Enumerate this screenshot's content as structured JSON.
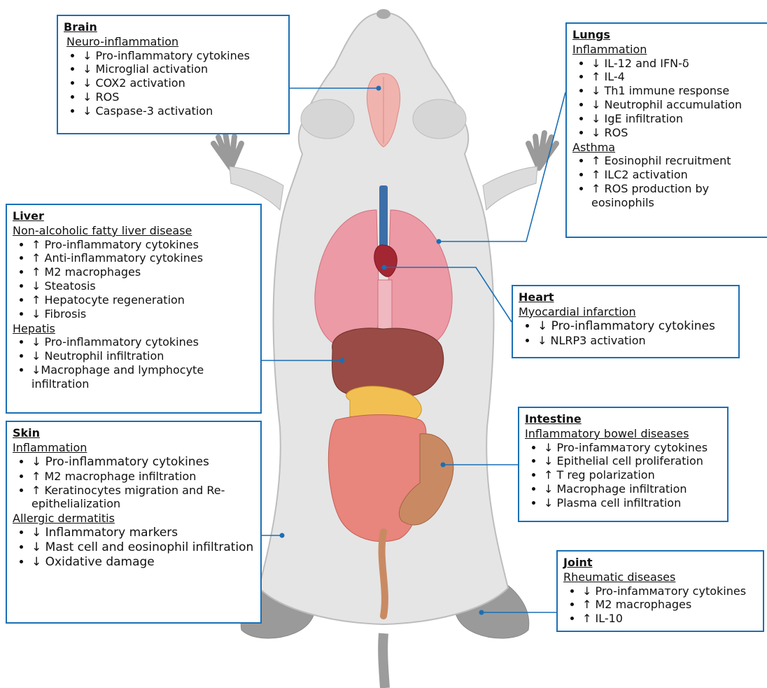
{
  "boxes": {
    "brain": {
      "title": "Brain",
      "sections": [
        {
          "heading": "Neuro-inflammation",
          "items": [
            "↓ Pro-inflammatory cytokines",
            "↓ Microglial activation",
            "↓ COX2 activation",
            "↓ ROS",
            "↓ Caspase-3 activation"
          ]
        }
      ]
    },
    "lungs": {
      "title": "Lungs",
      "sections": [
        {
          "heading": "Inflammation",
          "items": [
            "↓ IL-12 and IFN-δ",
            "↑ IL-4",
            "↓ Th1 immune response",
            "↓ Neutrophil accumulation",
            "↓ IgE infiltration",
            "↓ ROS"
          ]
        },
        {
          "heading": "Asthma",
          "items": [
            "↑ Eosinophil recruitment",
            "↑ ILC2 activation",
            "↑ ROS production by eosinophils"
          ]
        }
      ]
    },
    "liver": {
      "title": "Liver",
      "sections": [
        {
          "heading": "Non-alcoholic fatty liver disease",
          "items": [
            "↑ Pro-inflammatory cytokines",
            "↑ Anti-inflammatory cytokines",
            "↑ M2 macrophages",
            "↓ Steatosis",
            "↑ Hepatocyte regeneration",
            "↓ Fibrosis"
          ]
        },
        {
          "heading": "Hepatis",
          "items": [
            "↓ Pro-inflammatory cytokines",
            "↓ Neutrophil infiltration",
            "↓Macrophage and lymphocyte infiltration"
          ]
        }
      ]
    },
    "heart": {
      "title": "Heart",
      "sections": [
        {
          "heading": "Myocardial infarction",
          "items": [
            "↓ Pro-inflammatory cytokines",
            "↓ NLRP3 activation"
          ]
        }
      ]
    },
    "skin": {
      "title": "Skin",
      "sections": [
        {
          "heading": "Inflammation",
          "items": [
            "↓ Pro-inflammatory cytokines",
            "↑ M2 macrophage infiltration",
            "↑ Keratinocytes migration and Re-epithelialization"
          ]
        },
        {
          "heading": "Allergic dermatitis",
          "items": [
            "↓ Inflammatory markers",
            "↓ Mast cell and eosinophil infiltration",
            "↓ Oxidative damage"
          ]
        }
      ]
    },
    "intestine": {
      "title": "Intestine",
      "sections": [
        {
          "heading": "Inflammatory bowel diseases",
          "items": [
            "↓ Pro-infamматory cytokines",
            "↓ Epithelial cell proliferation",
            "↑ T reg polarization",
            "↓ Macrophage infiltration",
            "↓ Plasma cell infiltration"
          ]
        }
      ]
    },
    "joint": {
      "title": "Joint",
      "sections": [
        {
          "heading": "Rheumatic  diseases",
          "items": [
            "↓ Pro-infamматory cytokines",
            "↑ M2 macrophages",
            "↑ IL-10"
          ]
        }
      ]
    }
  },
  "colors": {
    "box_border": "#1a6fb5",
    "mouse_body": "#e3e3e3",
    "mouse_outline": "#b9b9b9",
    "paws": "#8e8e8e",
    "brain": "#f1b3ae",
    "lungs": "#ec9aa5",
    "heart": "#a32633",
    "trachea": "#3c6fa8",
    "liver": "#9a4b45",
    "stomach": "#f2c052",
    "intestine": "#e8857c",
    "colon": "#c98a63"
  }
}
